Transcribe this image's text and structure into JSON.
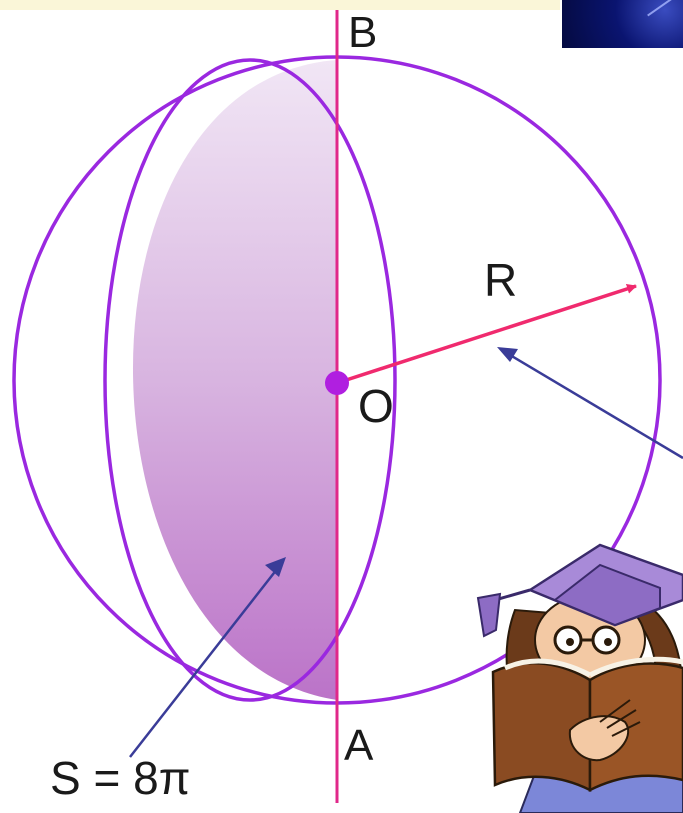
{
  "labels": {
    "top_point": "B",
    "bottom_point": "A",
    "center_point": "O",
    "radius": "R",
    "area_formula": "S = 8π"
  },
  "colors": {
    "sphere_outline": "#9a28e0",
    "axis_line": "#e0288a",
    "radius_arrow": "#f02a6e",
    "pointer_arrow": "#3a3c98",
    "shade_top": "#f1e6f5",
    "shade_bottom": "#bb73c8",
    "center_dot": "#b01fe0",
    "top_strip": "#faf6d8"
  },
  "icons": [
    "graduate-reading-book-illustration",
    "starfield-thumbnail"
  ]
}
